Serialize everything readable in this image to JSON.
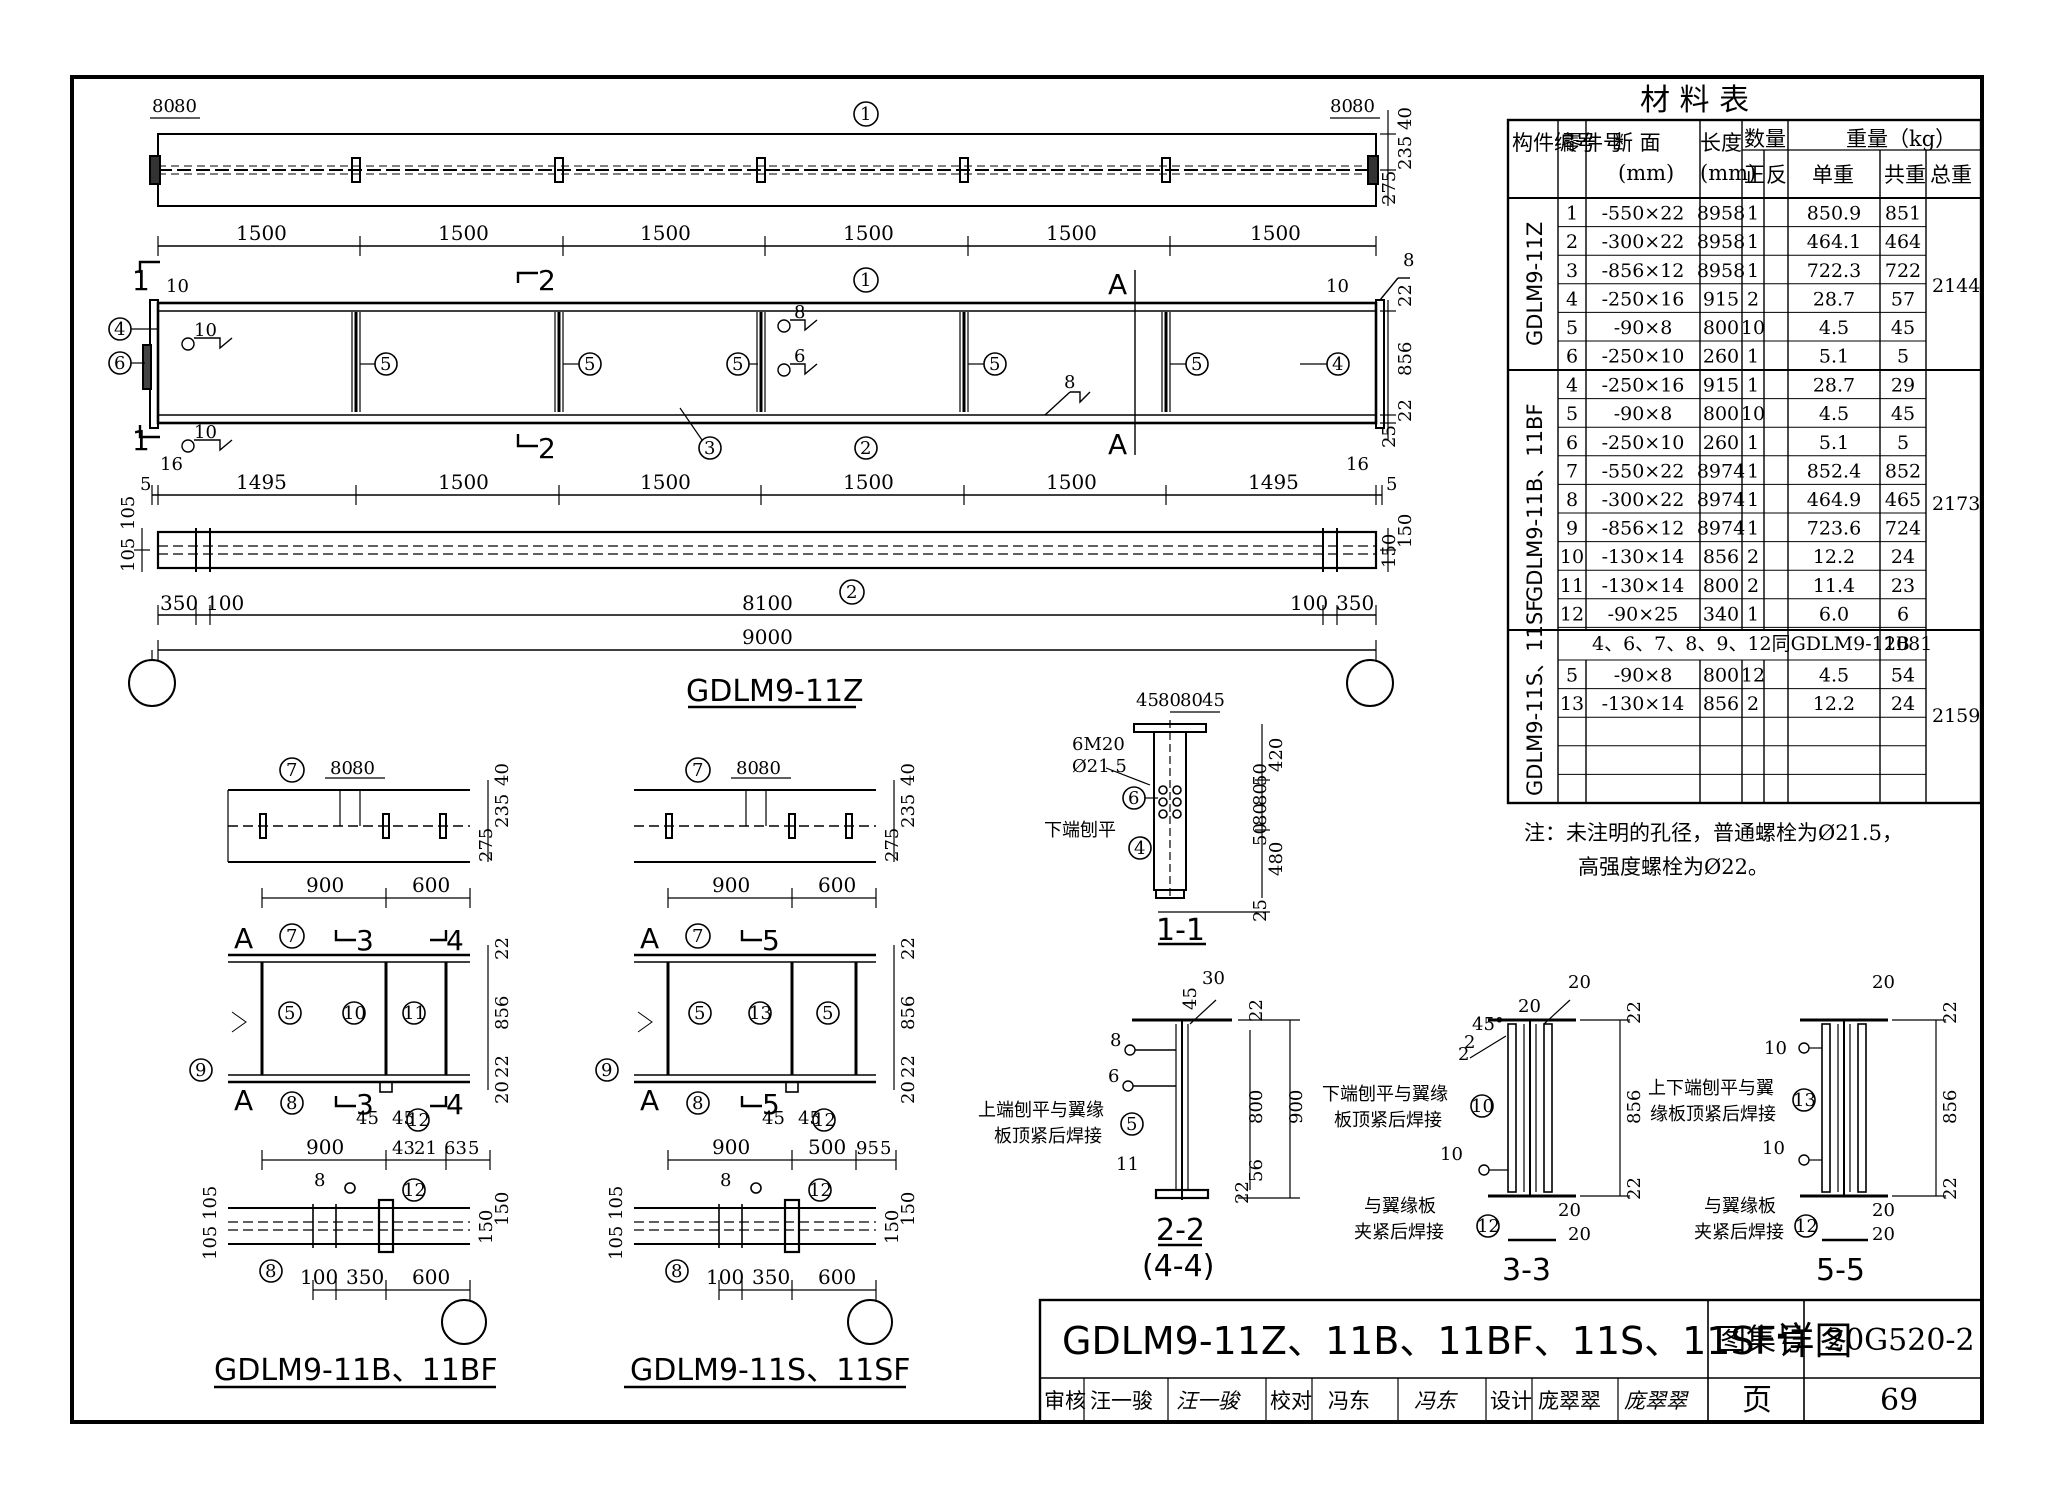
{
  "title": {
    "main": "GDLM9-11Z、11B、11BF、11S、11SF详图",
    "atlas_label": "图集号",
    "atlas_no": "20G520-2",
    "page_label": "页",
    "page_no": "69",
    "signatures": [
      {
        "role": "审核",
        "name": "汪一骏",
        "sign": "汪一骏"
      },
      {
        "role": "校对",
        "name": "冯东",
        "sign": "冯东"
      },
      {
        "role": "设计",
        "name": "庞翠翠",
        "sign": "庞翠翠"
      }
    ]
  },
  "table": {
    "title": "材  料  表",
    "headers": {
      "member": "构件编号",
      "part": "零件号",
      "section": "断 面",
      "section_unit": "(mm)",
      "length": "长度",
      "length_unit": "(mm)",
      "qty": "数量",
      "qty_pos": "正",
      "qty_neg": "反",
      "weight": "重量（kg）",
      "unit_w": "单重",
      "total_w": "共重",
      "sum_w": "总重"
    },
    "groups": [
      {
        "member": "GDLM9-11Z",
        "total": "2144",
        "rows": [
          {
            "part": "1",
            "section": "-550×22",
            "length": "8958",
            "qty": "1",
            "unit": "850.9",
            "sum": "851"
          },
          {
            "part": "2",
            "section": "-300×22",
            "length": "8958",
            "qty": "1",
            "unit": "464.1",
            "sum": "464"
          },
          {
            "part": "3",
            "section": "-856×12",
            "length": "8958",
            "qty": "1",
            "unit": "722.3",
            "sum": "722"
          },
          {
            "part": "4",
            "section": "-250×16",
            "length": "915",
            "qty": "2",
            "unit": "28.7",
            "sum": "57"
          },
          {
            "part": "5",
            "section": "-90×8",
            "length": "800",
            "qty": "10",
            "unit": "4.5",
            "sum": "45"
          },
          {
            "part": "6",
            "section": "-250×10",
            "length": "260",
            "qty": "1",
            "unit": "5.1",
            "sum": "5"
          }
        ]
      },
      {
        "member": "GDLM9-11B、11BF",
        "total": "2173",
        "rows": [
          {
            "part": "4",
            "section": "-250×16",
            "length": "915",
            "qty": "1",
            "unit": "28.7",
            "sum": "29"
          },
          {
            "part": "5",
            "section": "-90×8",
            "length": "800",
            "qty": "10",
            "unit": "4.5",
            "sum": "45"
          },
          {
            "part": "6",
            "section": "-250×10",
            "length": "260",
            "qty": "1",
            "unit": "5.1",
            "sum": "5"
          },
          {
            "part": "7",
            "section": "-550×22",
            "length": "8974",
            "qty": "1",
            "unit": "852.4",
            "sum": "852"
          },
          {
            "part": "8",
            "section": "-300×22",
            "length": "8974",
            "qty": "1",
            "unit": "464.9",
            "sum": "465"
          },
          {
            "part": "9",
            "section": "-856×12",
            "length": "8974",
            "qty": "1",
            "unit": "723.6",
            "sum": "724"
          },
          {
            "part": "10",
            "section": "-130×14",
            "length": "856",
            "qty": "2",
            "unit": "12.2",
            "sum": "24"
          },
          {
            "part": "11",
            "section": "-130×14",
            "length": "800",
            "qty": "2",
            "unit": "11.4",
            "sum": "23"
          },
          {
            "part": "12",
            "section": "-90×25",
            "length": "340",
            "qty": "1",
            "unit": "6.0",
            "sum": "6"
          }
        ]
      },
      {
        "member": "GDLM9-11S、11SF",
        "total": "2159",
        "same_note": "4、6、7、8、9、12同GDLM9-11B",
        "same_sum": "2081",
        "rows": [
          {
            "part": "5",
            "section": "-90×8",
            "length": "800",
            "qty": "12",
            "unit": "4.5",
            "sum": "54"
          },
          {
            "part": "13",
            "section": "-130×14",
            "length": "856",
            "qty": "2",
            "unit": "12.2",
            "sum": "24"
          }
        ]
      }
    ]
  },
  "note": {
    "line1": "注：未注明的孔径，普通螺栓为Ø21.5，",
    "line2": "高强度螺栓为Ø22。"
  },
  "main_view": {
    "caption": "GDLM9-11Z",
    "top_dims": [
      "1500",
      "1500",
      "1500",
      "1500",
      "1500",
      "1500"
    ],
    "mid_dims": [
      "1495",
      "1500",
      "1500",
      "1500",
      "1500",
      "1495"
    ],
    "bottom_dims": [
      "350",
      "100",
      "8100",
      "100",
      "350"
    ],
    "total": "9000",
    "end_dims": [
      "80",
      "80"
    ],
    "height_dims": {
      "top": [
        "40",
        "235",
        "275"
      ],
      "web": [
        "22",
        "856",
        "22",
        "25"
      ],
      "bot": [
        "150",
        "150"
      ]
    },
    "misc": {
      "d10": "10",
      "d16": "16",
      "d5": "5",
      "d8": "8",
      "d105": "105",
      "d105b": "105"
    },
    "section_marks": [
      "1",
      "2",
      "A"
    ],
    "parts": [
      "1",
      "2",
      "3",
      "4",
      "5",
      "6"
    ],
    "welds": [
      "10",
      "10",
      "8",
      "6",
      "8"
    ]
  },
  "view_b": {
    "caption": "GDLM9-11B、11BF",
    "dims_top": [
      "80",
      "80",
      "900",
      "600"
    ],
    "dims_mid": [
      "900",
      "43",
      "21",
      "63",
      "5"
    ],
    "dims_bot": [
      "100",
      "350",
      "600"
    ],
    "heights": [
      "40",
      "235",
      "275",
      "22",
      "856",
      "22",
      "20",
      "150",
      "150",
      "105",
      "105"
    ],
    "angles": [
      "45",
      "45"
    ],
    "weld": "8",
    "marks": [
      "3",
      "4",
      "A"
    ],
    "parts": [
      "7",
      "5",
      "10",
      "11",
      "9",
      "8",
      "12"
    ]
  },
  "view_s": {
    "caption": "GDLM9-11S、11SF",
    "dims_top": [
      "80",
      "80",
      "900",
      "600"
    ],
    "dims_mid": [
      "900",
      "500",
      "95",
      "5"
    ],
    "dims_bot": [
      "100",
      "350",
      "600"
    ],
    "marks": [
      "5",
      "A"
    ],
    "parts": [
      "7",
      "5",
      "13",
      "9",
      "8",
      "12"
    ]
  },
  "section_11": {
    "caption": "1-1",
    "top": [
      "45",
      "80",
      "80",
      "45"
    ],
    "bolts": "6M20",
    "hole": "Ø21.5",
    "heights": [
      "420",
      "50",
      "80",
      "80",
      "50",
      "480",
      "25"
    ],
    "note": "下端刨平",
    "parts": [
      "6",
      "4"
    ]
  },
  "section_22": {
    "caption": "2-2",
    "subcaption": "(4-4)",
    "dims": [
      "30",
      "45",
      "22",
      "800",
      "900",
      "56",
      "22"
    ],
    "welds": [
      "8",
      "6"
    ],
    "note1": "上端刨平与翼缘",
    "note2": "板顶紧后焊接",
    "parts": [
      "5",
      "11"
    ]
  },
  "section_33": {
    "caption": "3-3",
    "dims": [
      "20",
      "20",
      "22",
      "856",
      "22",
      "20",
      "20"
    ],
    "angle": "45°",
    "welds": [
      "2",
      "2",
      "10"
    ],
    "note1": "下端刨平与翼缘",
    "note2": "板顶紧后焊接",
    "note3": "与翼缘板",
    "note4": "夹紧后焊接",
    "parts": [
      "10",
      "12"
    ]
  },
  "section_55": {
    "caption": "5-5",
    "dims": [
      "20",
      "22",
      "856",
      "22",
      "20",
      "20"
    ],
    "welds": [
      "10",
      "10"
    ],
    "note1": "上下端刨平与翼",
    "note2": "缘板顶紧后焊接",
    "note3": "与翼缘板",
    "note4": "夹紧后焊接",
    "parts": [
      "13",
      "12"
    ]
  }
}
